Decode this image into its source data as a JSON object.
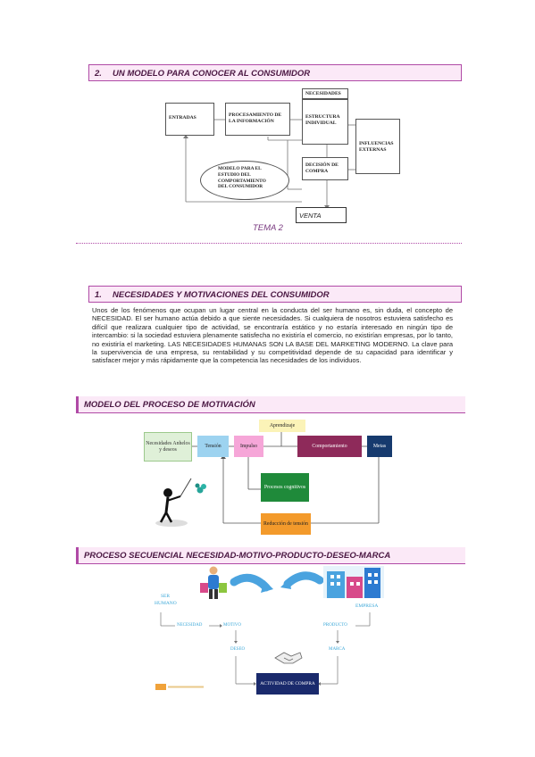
{
  "section_model": {
    "number": "2.",
    "title": "UN MODELO PARA CONOCER AL CONSUMIDOR",
    "diagram": {
      "entradas": "ENTRADAS",
      "procesamiento": "PROCESAMIENTO DE LA INFORMACIÓN",
      "necesidades": "NECESIDADES",
      "estructura": "ESTRUCTURA INDIVIDUAL",
      "influencias": "INFLUENCIAS EXTERNAS",
      "decision": "DECISIÓN DE COMPRA",
      "modelo": "MODELO PARA EL ESTUDIO DEL COMPORTAMIENTO DEL CONSUMIDOR",
      "venta": "VENTA"
    }
  },
  "tema": "TEMA 2",
  "section_needs": {
    "number": "1.",
    "title": "NECESIDADES Y MOTIVACIONES DEL CONSUMIDOR",
    "paragraph": "Unos de los fenómenos que ocupan un lugar central en la conducta del ser humano es, sin duda, el concepto de NECESIDAD. El ser humano actúa debido a que siente necesidades. Si cualquiera de nosotros estuviera satisfecho es difícil que realizara cualquier tipo de actividad, se encontraría estático y no estaría interesado en ningún tipo de intercambio: si la sociedad estuviera plenamente satisfecha no existiría el comercio, no existirían empresas, por lo tanto, no existiría el marketing. LAS NECESIDADES HUMANAS SON LA BASE DEL MARKETING MODERNO. La clave para la supervivencia de una empresa, su rentabilidad y su competitividad depende de su capacidad para identificar y satisfacer mejor y más rápidamente que la competencia las necesidades de los individuos."
  },
  "section_motivation": {
    "title": "MODELO DEL PROCESO DE MOTIVACIÓN",
    "diagram": {
      "necesidades": "Necesidades Anhelos y deseos",
      "tension": "Tensión",
      "impulso": "Impulso",
      "aprendizaje": "Aprendizaje",
      "comportamiento": "Comportamiento",
      "metas": "Metas",
      "procesos": "Procesos cognitivos",
      "reduccion": "Reducción de tensión"
    },
    "colors": {
      "necesidades": "#dff0d8",
      "tension": "#9dd3f0",
      "impulso": "#f6a6d8",
      "aprendizaje": "#fbf3b8",
      "comportamiento": "#8e2a5a",
      "metas": "#163a6e",
      "procesos": "#1f8a3a",
      "reduccion": "#f39a2b"
    }
  },
  "section_sequence": {
    "title": "PROCESO SECUENCIAL NECESIDAD-MOTIVO-PRODUCTO-DESEO-MARCA",
    "diagram": {
      "ser_humano": "SER HUMANO",
      "empresa": "EMPRESA",
      "necesidad": "NECESIDAD",
      "motivo": "MOTIVO",
      "producto": "PRODUCTO",
      "deseo": "DESEO",
      "marca": "MARCA",
      "actividad": "ACTIVIDAD DE COMPRA"
    }
  }
}
